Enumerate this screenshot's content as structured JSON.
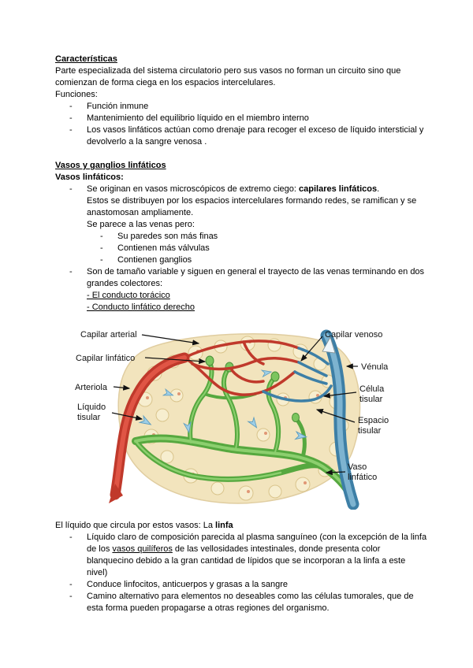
{
  "doc": {
    "s1": {
      "title": "Características",
      "intro": "Parte especializada del sistema circulatorio pero sus vasos no forman un circuito sino que comienzan de forma ciega en los espacios intercelulares.",
      "funciones_label": "Funciones:",
      "items": [
        "Función inmune",
        "Mantenimiento del equilibrio líquido en el miembro interno",
        "Los vasos linfáticos actúan como drenaje para recoger el exceso de líquido intersticial y devolverlo a la sangre venosa ."
      ]
    },
    "s2": {
      "title": "Vasos y ganglios linfáticos",
      "subtitle": "Vasos linfáticos:",
      "item1_pre": "Se originan en vasos microscópicos de extremo ciego: ",
      "item1_bold": "capilares linfáticos",
      "item1_post": ".",
      "item1_cont": "Estos se distribuyen por los espacios intercelulares formando redes, se ramifican y se anastomosan ampliamente.",
      "item1_cont2": "Se parece a las venas pero:",
      "sub_items": [
        "Su paredes son más finas",
        "Contienen más válvulas",
        "Contienen ganglios"
      ],
      "item2": "Son de tamaño variable y siguen en general el trayecto de las venas terminando en dos grandes colectores:",
      "item2_links": [
        "- El conducto torácico",
        "- Conducto linfático derecho"
      ]
    },
    "s3": {
      "lead_pre": "El líquido que circula por estos vasos: La ",
      "lead_bold": "linfa",
      "item1_pre": "Líquido claro de composición parecida al plasma sanguíneo (con la excepción de la linfa de los ",
      "item1_u": "vasos quilíferos",
      "item1_post": " de las vellosidades intestinales, donde presenta color blanquecino debido a la gran cantidad de lípidos que se incorporan a la linfa a este nivel)",
      "item2": "Conduce linfocitos, anticuerpos y grasas a la sangre",
      "item3": "Camino alternativo para elementos no deseables como las células tumorales, que de esta forma pueden propagarse a otras regiones del organismo."
    }
  },
  "diagram": {
    "labels": {
      "capilar_arterial": "Capilar arterial",
      "capilar_linfatico": "Capilar linfático",
      "arteriola": "Arteriola",
      "liquido_tisular_1": "Líquido",
      "liquido_tisular_2": "tisular",
      "capilar_venoso": "Capilar venoso",
      "venula": "Vénula",
      "celula_tisular_1": "Célula",
      "celula_tisular_2": "tisular",
      "espacio_tisular_1": "Espacio",
      "espacio_tisular_2": "tisular",
      "vaso_linfatico_1": "Vaso",
      "vaso_linfatico_2": "linfático"
    },
    "colors": {
      "artery": "#c0392b",
      "vein": "#3d7fa6",
      "lymph": "#56a83f",
      "tissue": "#f2e4bd"
    }
  }
}
